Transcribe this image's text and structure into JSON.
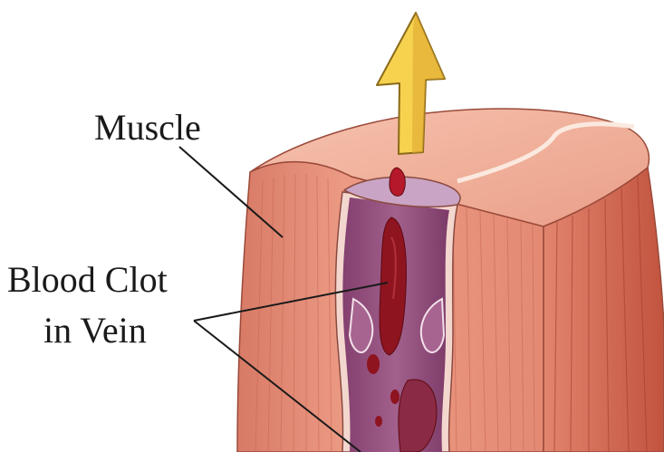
{
  "labels": {
    "muscle": "Muscle",
    "clot_line1": "Blood Clot",
    "clot_line2": "in Vein"
  },
  "colors": {
    "muscle": "#e58d78",
    "muscle_dark": "#c8604c",
    "muscle_top": "#f1b39e",
    "vein_wall": "#9a4f7e",
    "vein_inner": "#6e2f5f",
    "clot": "#8e1420",
    "arrow": "#f6d24f",
    "arrow_outline": "#8a6a18"
  },
  "icons": {
    "arrow": "up-arrow-icon"
  }
}
